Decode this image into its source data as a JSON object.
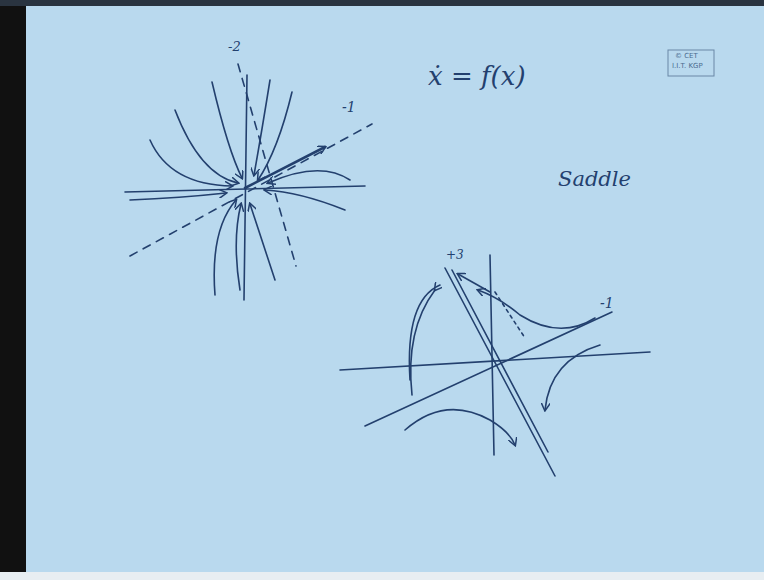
{
  "diagram": {
    "labels": [
      "-2",
      "-1",
      "ẋ = f(x)",
      "Saddle",
      "+3",
      "-1",
      "© CET",
      "I.I.T. KGP"
    ]
  }
}
